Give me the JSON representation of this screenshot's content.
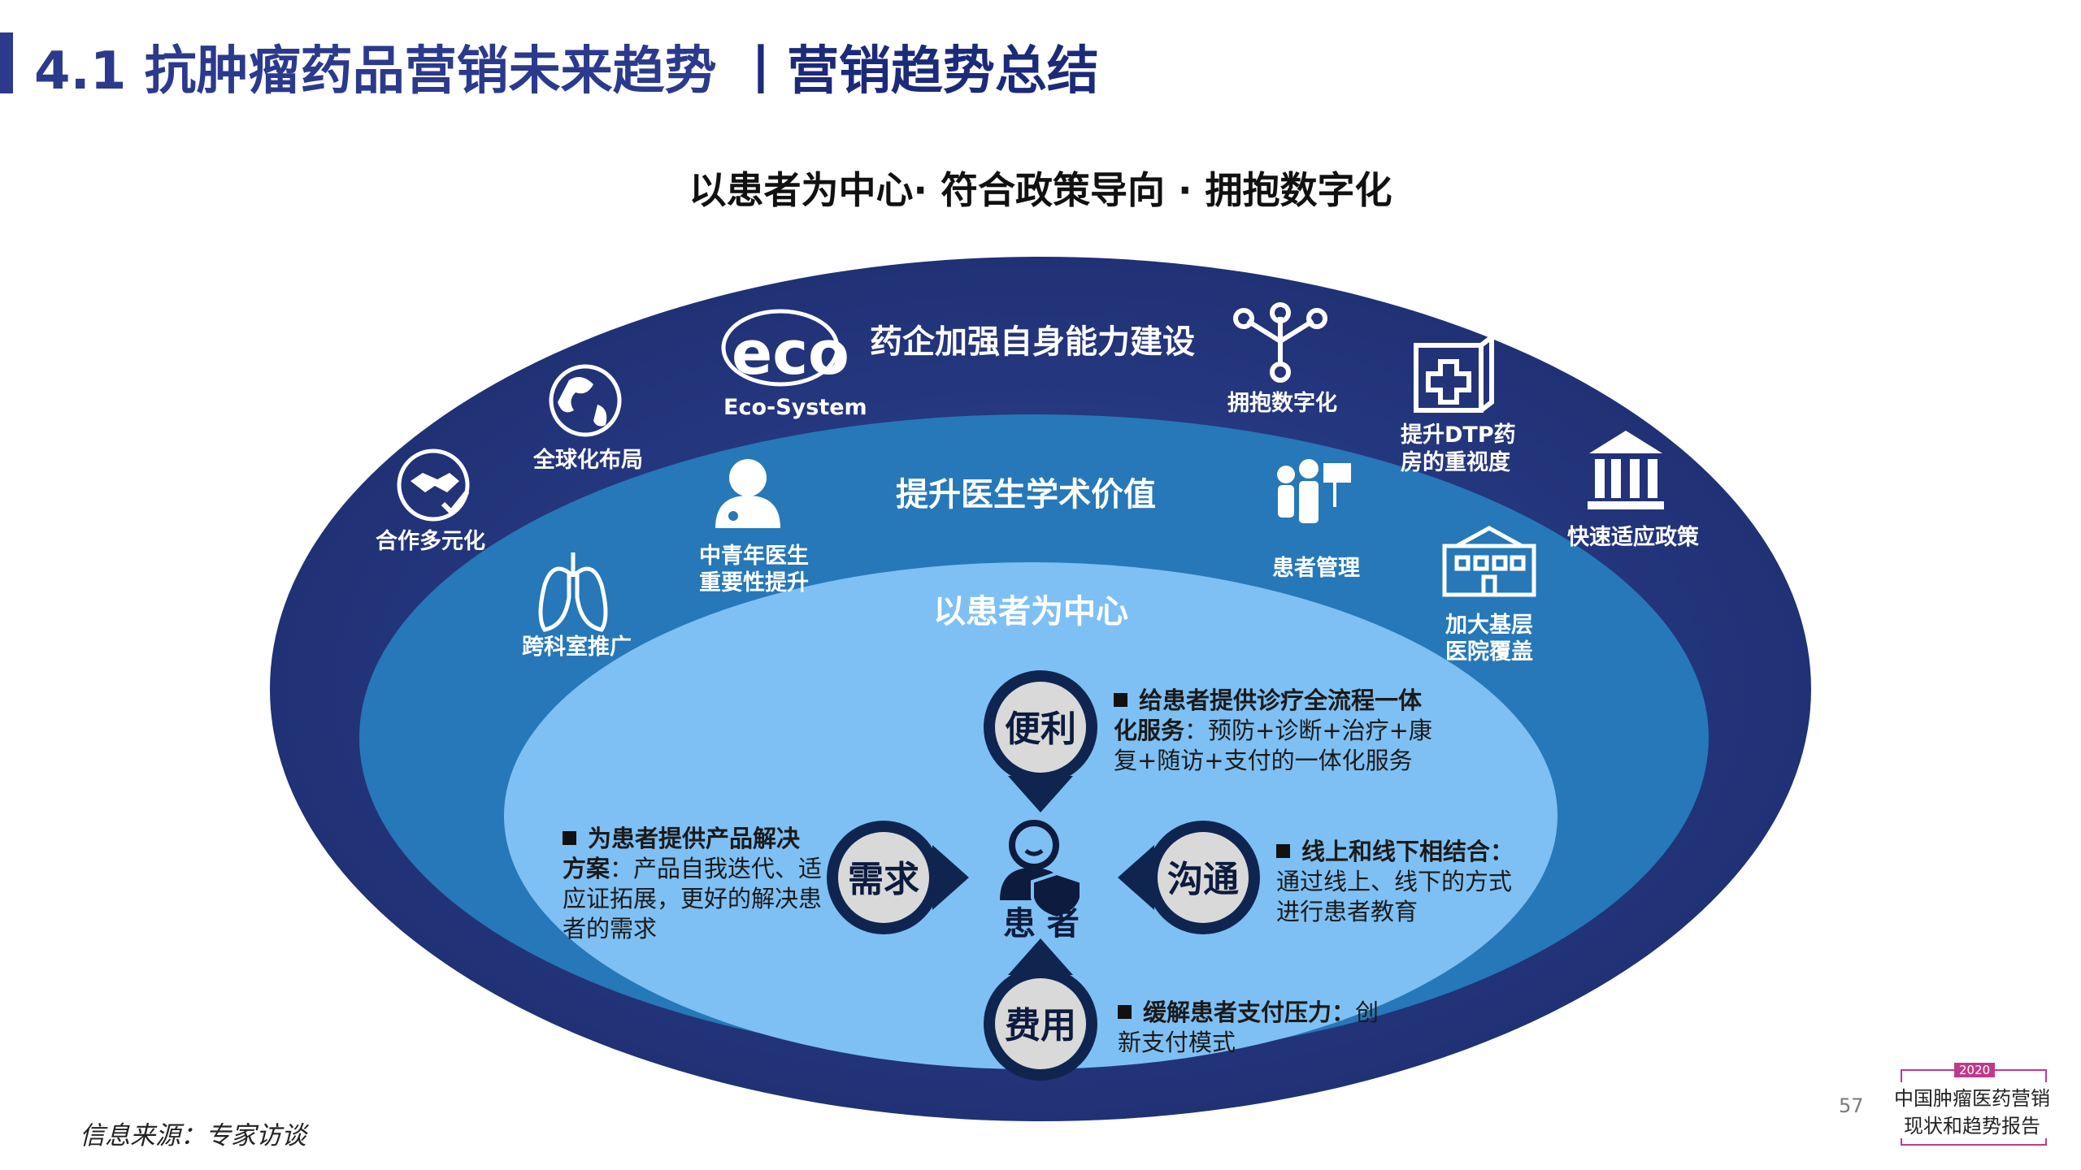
{
  "header": {
    "title_section": "4.1 抗肿瘤药品营销未来趋势",
    "title_separator": "丨",
    "title_topic": "营销趋势总结",
    "subtitle": "以患者为中心· 符合政策导向 · 拥抱数字化"
  },
  "rings": {
    "outer_label": "药企加强自身能力建设",
    "middle_label": "提升医生学术价值",
    "inner_label": "以患者为中心"
  },
  "outer_items": {
    "eco_logo": "eco",
    "eco_caption": "Eco-System",
    "digital": "拥抱数字化",
    "dtp_line1": "提升DTP药",
    "dtp_line2": "房的重视度",
    "policy": "快速适应政策",
    "global": "全球化布局",
    "cooperation": "合作多元化"
  },
  "middle_items": {
    "young_doctor_line1": "中青年医生",
    "young_doctor_line2": "重要性提升",
    "patient_mgmt": "患者管理",
    "cross_dept": "跨科室推广",
    "primary_line1": "加大基层",
    "primary_line2": "医院覆盖"
  },
  "center": {
    "patient_label": "患 者",
    "convenience": "便利",
    "demand": "需求",
    "communication": "沟通",
    "cost": "费用"
  },
  "notes": {
    "convenience_bold": "给患者提供诊疗全流程一体化服务",
    "convenience_text": "：预防+诊断+治疗+康复+随访+支付的一体化服务",
    "demand_bold": "为患者提供产品解决方案",
    "demand_text": "：产品自我迭代、适应证拓展，更好的解决患者的需求",
    "communication_bold": "线上和线下相结合：",
    "communication_text": "通过线上、线下的方式进行患者教育",
    "cost_bold": "缓解患者支付压力：",
    "cost_text": "创新支付模式"
  },
  "footer": {
    "source": "信息来源：专家访谈",
    "page": "57",
    "logo_year": "2020",
    "logo_line1": "中国肿瘤医药营销",
    "logo_line2": "现状和趋势报告"
  },
  "colors": {
    "outer_ring": "#23347a",
    "middle_ring": "#2678b8",
    "inner_ring": "#7ec0f4",
    "title": "#2b3a8c",
    "logo_accent": "#c0398a"
  }
}
